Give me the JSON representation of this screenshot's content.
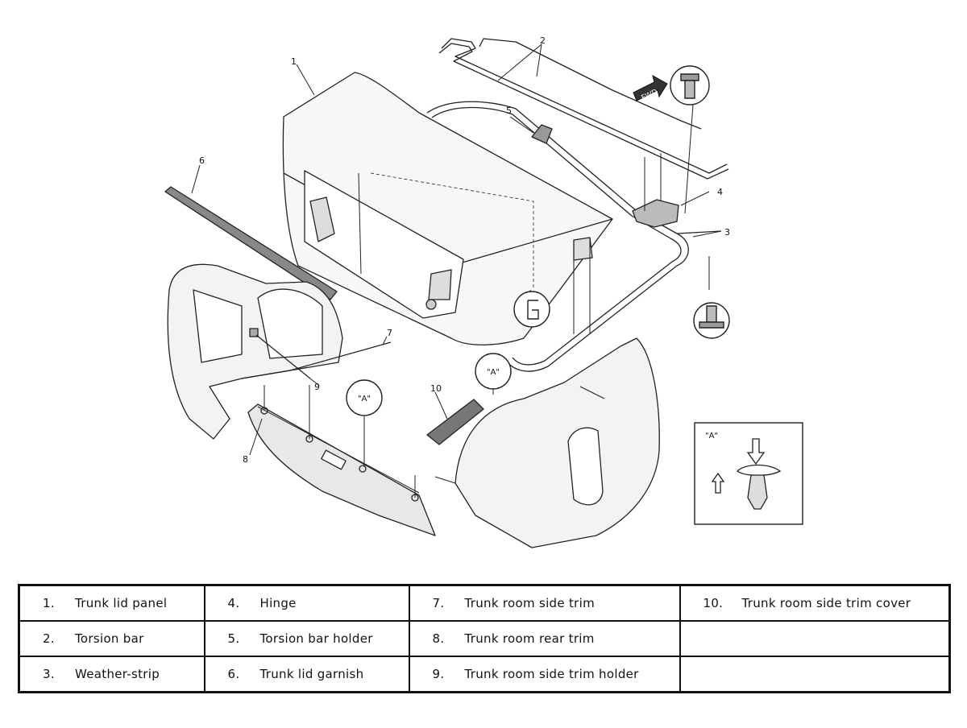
{
  "diagram": {
    "callouts": {
      "c1": "1",
      "c2": "2",
      "c3": "3",
      "c4": "4",
      "c5": "5",
      "c6": "6",
      "c7": "7",
      "c8": "8",
      "c9": "9",
      "c10": "10"
    },
    "fwd_label": "FWD",
    "view_a_label": "\"A\"",
    "view_a_ref_1": "\"A\"",
    "view_a_ref_2": "\"A\""
  },
  "legend": {
    "rows": [
      [
        {
          "num": "1.",
          "text": "Trunk lid panel"
        },
        {
          "num": "4.",
          "text": "Hinge"
        },
        {
          "num": "7.",
          "text": "Trunk room side trim"
        },
        {
          "num": "10.",
          "text": "Trunk room side trim cover"
        }
      ],
      [
        {
          "num": "2.",
          "text": "Torsion bar"
        },
        {
          "num": "5.",
          "text": "Torsion bar holder"
        },
        {
          "num": "8.",
          "text": "Trunk room rear trim"
        },
        {
          "num": "",
          "text": ""
        }
      ],
      [
        {
          "num": "3.",
          "text": "Weather-strip"
        },
        {
          "num": "6.",
          "text": "Trunk lid garnish"
        },
        {
          "num": "9.",
          "text": "Trunk room side trim holder"
        },
        {
          "num": "",
          "text": ""
        }
      ]
    ]
  }
}
